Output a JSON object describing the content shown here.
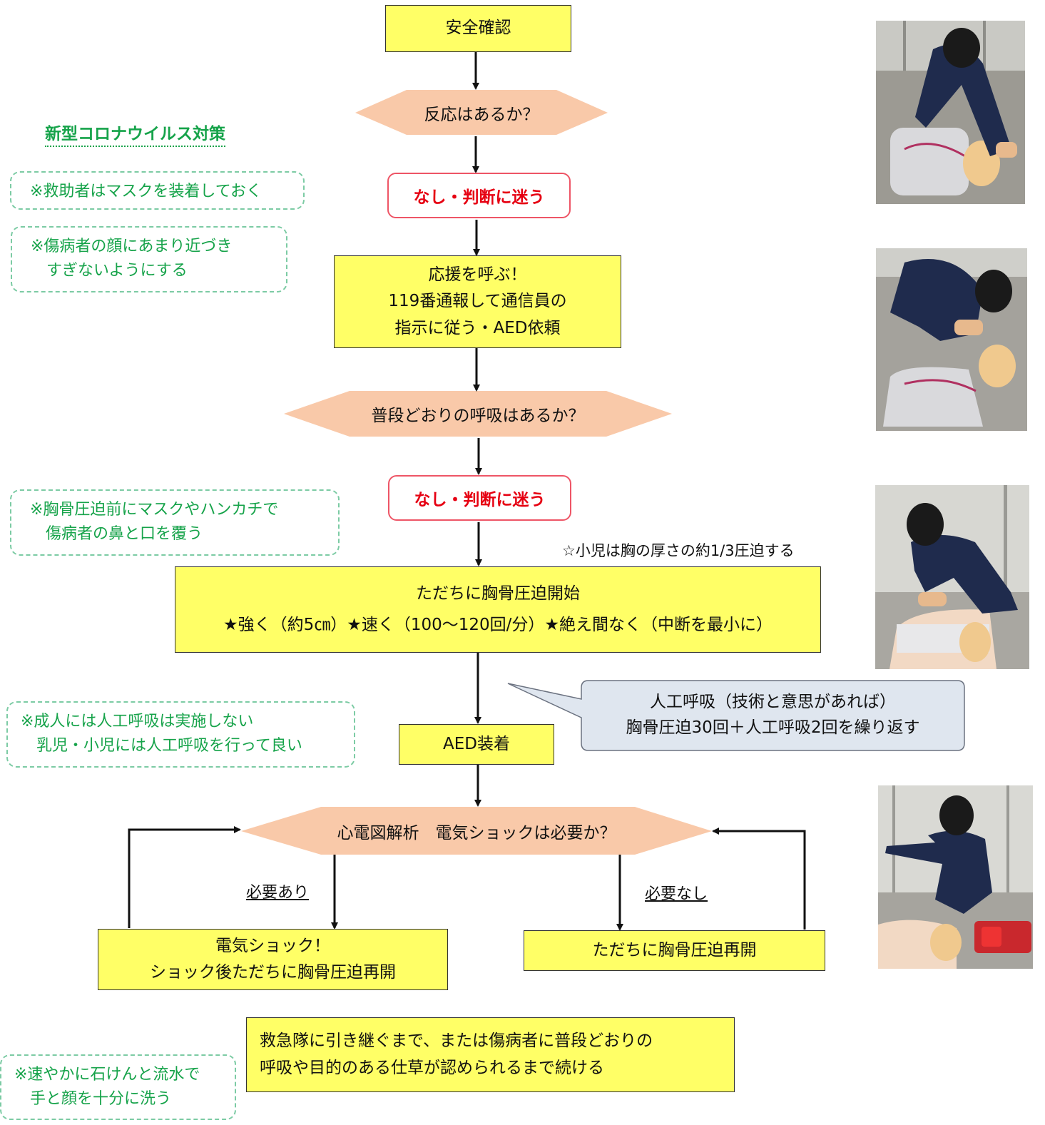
{
  "flow": {
    "safety": "安全確認",
    "q_response": "反応はあるか？",
    "none1": "なし・判断に迷う",
    "call_help": [
      "応援を呼ぶ！",
      "119番通報して通信員の",
      "指示に従う・AED依頼"
    ],
    "q_breathing": "普段どおりの呼吸はあるか？",
    "none2": "なし・判断に迷う",
    "child_note": "☆小児は胸の厚さの約1/3圧迫する",
    "compression": [
      "ただちに胸骨圧迫開始",
      "★強く（約5㎝）★速く（100～120回/分）★絶え間なく（中断を最小に）"
    ],
    "callout": [
      "人工呼吸（技術と意思があれば）",
      "胸骨圧迫30回＋人工呼吸2回を繰り返す"
    ],
    "aed": "AED装着",
    "q_ecg": "心電図解析　電気ショックは必要か？",
    "need_yes": "必要あり",
    "need_no": "必要なし",
    "shock": [
      "電気ショック！",
      "ショック後ただちに胸骨圧迫再開"
    ],
    "resume": "ただちに胸骨圧迫再開",
    "continue": [
      "救急隊に引き継ぐまで、または傷病者に普段どおりの",
      "呼吸や目的のある仕草が認められるまで続ける"
    ]
  },
  "covid": {
    "title": "新型コロナウイルス対策",
    "note1": "※救助者はマスクを装着しておく",
    "note2": [
      "※傷病者の顔にあまり近づき",
      "　すぎないようにする"
    ],
    "note3": [
      "※胸骨圧迫前にマスクやハンカチで",
      "　傷病者の鼻と口を覆う"
    ],
    "note4": [
      "※成人には人工呼吸は実施しない",
      "　乳児・小児には人工呼吸を行って良い"
    ],
    "note5": [
      "※速やかに石けんと流水で",
      "　手と顔を十分に洗う"
    ]
  },
  "colors": {
    "box_yellow": "#ffff66",
    "diamond": "#f9c9a9",
    "red_text": "#e60012",
    "note_green": "#16a34a",
    "callout_bg": "#dfe6ef"
  }
}
